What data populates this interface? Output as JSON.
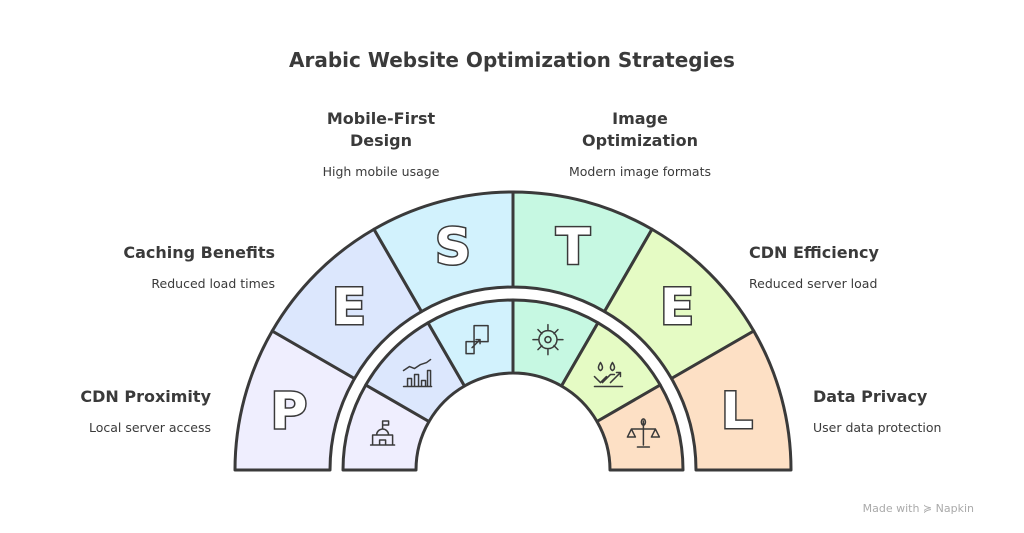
{
  "title": "Arabic Website Optimization Strategies",
  "segments": [
    {
      "letter": "P",
      "icon": "government-building-icon",
      "heading": "CDN Proximity",
      "desc": "Local server access",
      "color": "#efeefe"
    },
    {
      "letter": "E",
      "icon": "growth-chart-icon",
      "heading": "Caching Benefits",
      "desc": "Reduced load times",
      "color": "#dce7fd"
    },
    {
      "letter": "S",
      "icon": "device-resize-icon",
      "heading": "Mobile-First Design",
      "desc": "High mobile usage",
      "color": "#d2f2fd"
    },
    {
      "letter": "T",
      "icon": "gear-sun-icon",
      "heading": "Image Optimization",
      "desc": "Modern image formats",
      "color": "#c6f8e2"
    },
    {
      "letter": "E",
      "icon": "drops-trend-icon",
      "heading": "CDN Efficiency",
      "desc": "Reduced server load",
      "color": "#e5fbc4"
    },
    {
      "letter": "L",
      "icon": "scales-icon",
      "heading": "Data Privacy",
      "desc": "User data protection",
      "color": "#fde0c5"
    }
  ],
  "footer": "Made with ≽ Napkin"
}
